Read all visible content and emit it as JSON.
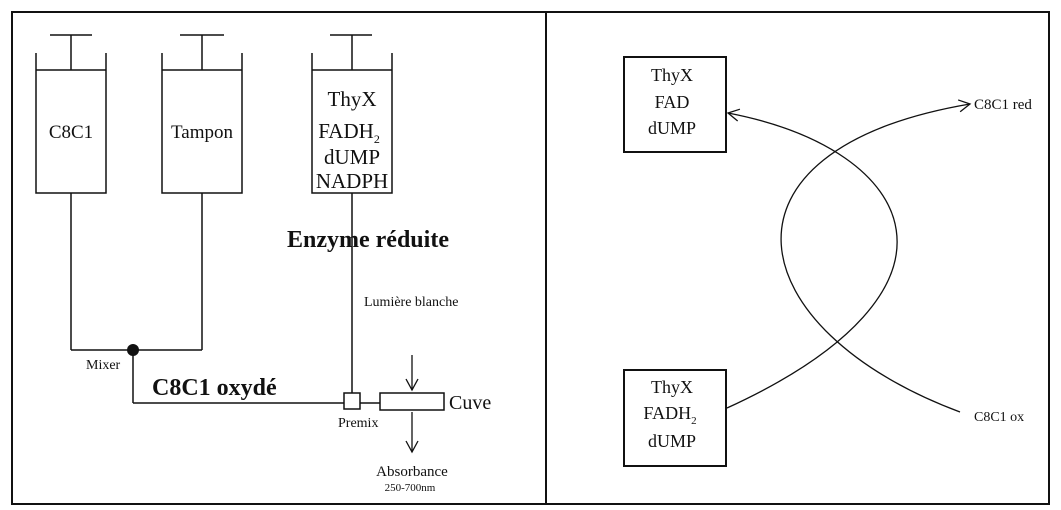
{
  "left_panel": {
    "syringes": [
      {
        "lines": [
          "C8C1"
        ]
      },
      {
        "lines": [
          "Tampon"
        ]
      },
      {
        "lines": [
          "ThyX",
          "FADH",
          "dUMP",
          "NADPH"
        ],
        "subscript_line": 1,
        "subscript": "2"
      }
    ],
    "enzyme_label": "Enzyme réduite",
    "oxidized_label": "C8C1 oxydé",
    "mixer_label": "Mixer",
    "premix_label": "Premix",
    "cuvette_label": "Cuve",
    "light_label": "Lumière blanche",
    "absorbance_label": "Absorbance",
    "wavelength_label": "250-700nm"
  },
  "right_panel": {
    "top_box": {
      "lines": [
        "ThyX",
        "FAD",
        "dUMP"
      ]
    },
    "bottom_box": {
      "lines": [
        "ThyX",
        "FADH",
        "dUMP"
      ],
      "subscript": "2"
    },
    "red_label": "C8C1 red",
    "ox_label": "C8C1 ox"
  }
}
